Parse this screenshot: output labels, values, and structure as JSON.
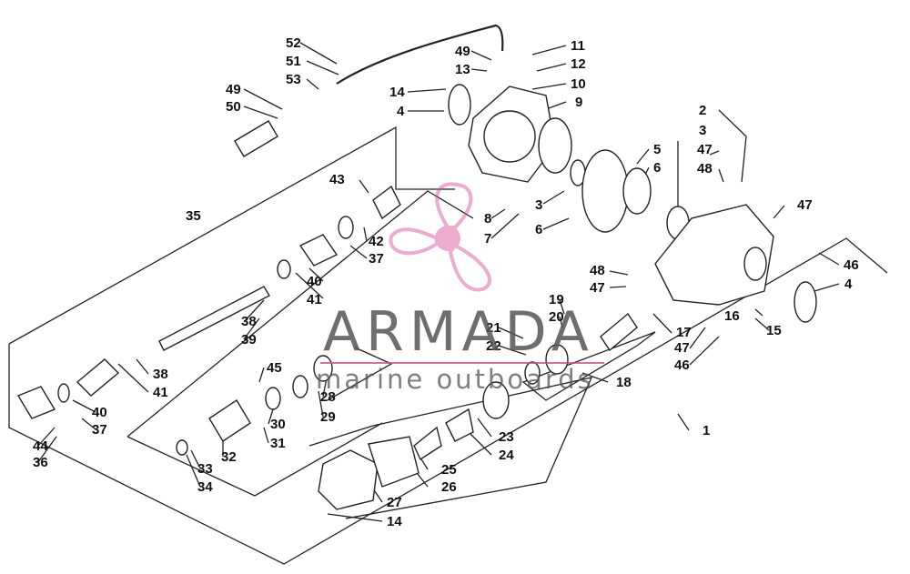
{
  "watermark": {
    "brand": "ARMADA",
    "tagline": "marine outboards",
    "accent_color": "#d64a97"
  },
  "callouts": [
    {
      "id": "c52",
      "text": "52"
    },
    {
      "id": "c51",
      "text": "51"
    },
    {
      "id": "c53",
      "text": "53"
    },
    {
      "id": "c49a",
      "text": "49"
    },
    {
      "id": "c50",
      "text": "50"
    },
    {
      "id": "c49b",
      "text": "49"
    },
    {
      "id": "c13",
      "text": "13"
    },
    {
      "id": "c11",
      "text": "11"
    },
    {
      "id": "c12",
      "text": "12"
    },
    {
      "id": "c10",
      "text": "10"
    },
    {
      "id": "c9",
      "text": "9"
    },
    {
      "id": "c14a",
      "text": "14"
    },
    {
      "id": "c4a",
      "text": "4"
    },
    {
      "id": "c2",
      "text": "2"
    },
    {
      "id": "c3a",
      "text": "3"
    },
    {
      "id": "c47a",
      "text": "47"
    },
    {
      "id": "c48a",
      "text": "48"
    },
    {
      "id": "c5",
      "text": "5"
    },
    {
      "id": "c6a",
      "text": "6"
    },
    {
      "id": "c35",
      "text": "35"
    },
    {
      "id": "c43",
      "text": "43"
    },
    {
      "id": "c8",
      "text": "8"
    },
    {
      "id": "c7",
      "text": "7"
    },
    {
      "id": "c3b",
      "text": "3"
    },
    {
      "id": "c6b",
      "text": "6"
    },
    {
      "id": "c47b",
      "text": "47"
    },
    {
      "id": "c46a",
      "text": "46"
    },
    {
      "id": "c4b",
      "text": "4"
    },
    {
      "id": "c42",
      "text": "42"
    },
    {
      "id": "c37a",
      "text": "37"
    },
    {
      "id": "c40a",
      "text": "40"
    },
    {
      "id": "c41a",
      "text": "41"
    },
    {
      "id": "c48b",
      "text": "48"
    },
    {
      "id": "c47c",
      "text": "47"
    },
    {
      "id": "c19",
      "text": "19"
    },
    {
      "id": "c20",
      "text": "20"
    },
    {
      "id": "c21",
      "text": "21"
    },
    {
      "id": "c22",
      "text": "22"
    },
    {
      "id": "c17",
      "text": "17"
    },
    {
      "id": "c16",
      "text": "16"
    },
    {
      "id": "c15",
      "text": "15"
    },
    {
      "id": "c47d",
      "text": "47"
    },
    {
      "id": "c46b",
      "text": "46"
    },
    {
      "id": "c38a",
      "text": "38"
    },
    {
      "id": "c39",
      "text": "39"
    },
    {
      "id": "c38b",
      "text": "38"
    },
    {
      "id": "c41b",
      "text": "41"
    },
    {
      "id": "c45",
      "text": "45"
    },
    {
      "id": "c28",
      "text": "28"
    },
    {
      "id": "c29",
      "text": "29"
    },
    {
      "id": "c18",
      "text": "18"
    },
    {
      "id": "c40b",
      "text": "40"
    },
    {
      "id": "c37b",
      "text": "37"
    },
    {
      "id": "c30",
      "text": "30"
    },
    {
      "id": "c31",
      "text": "31"
    },
    {
      "id": "c44",
      "text": "44"
    },
    {
      "id": "c36",
      "text": "36"
    },
    {
      "id": "c32",
      "text": "32"
    },
    {
      "id": "c23",
      "text": "23"
    },
    {
      "id": "c24",
      "text": "24"
    },
    {
      "id": "c1",
      "text": "1"
    },
    {
      "id": "c33",
      "text": "33"
    },
    {
      "id": "c34",
      "text": "34"
    },
    {
      "id": "c25",
      "text": "25"
    },
    {
      "id": "c26",
      "text": "26"
    },
    {
      "id": "c27",
      "text": "27"
    },
    {
      "id": "c14b",
      "text": "14"
    }
  ]
}
